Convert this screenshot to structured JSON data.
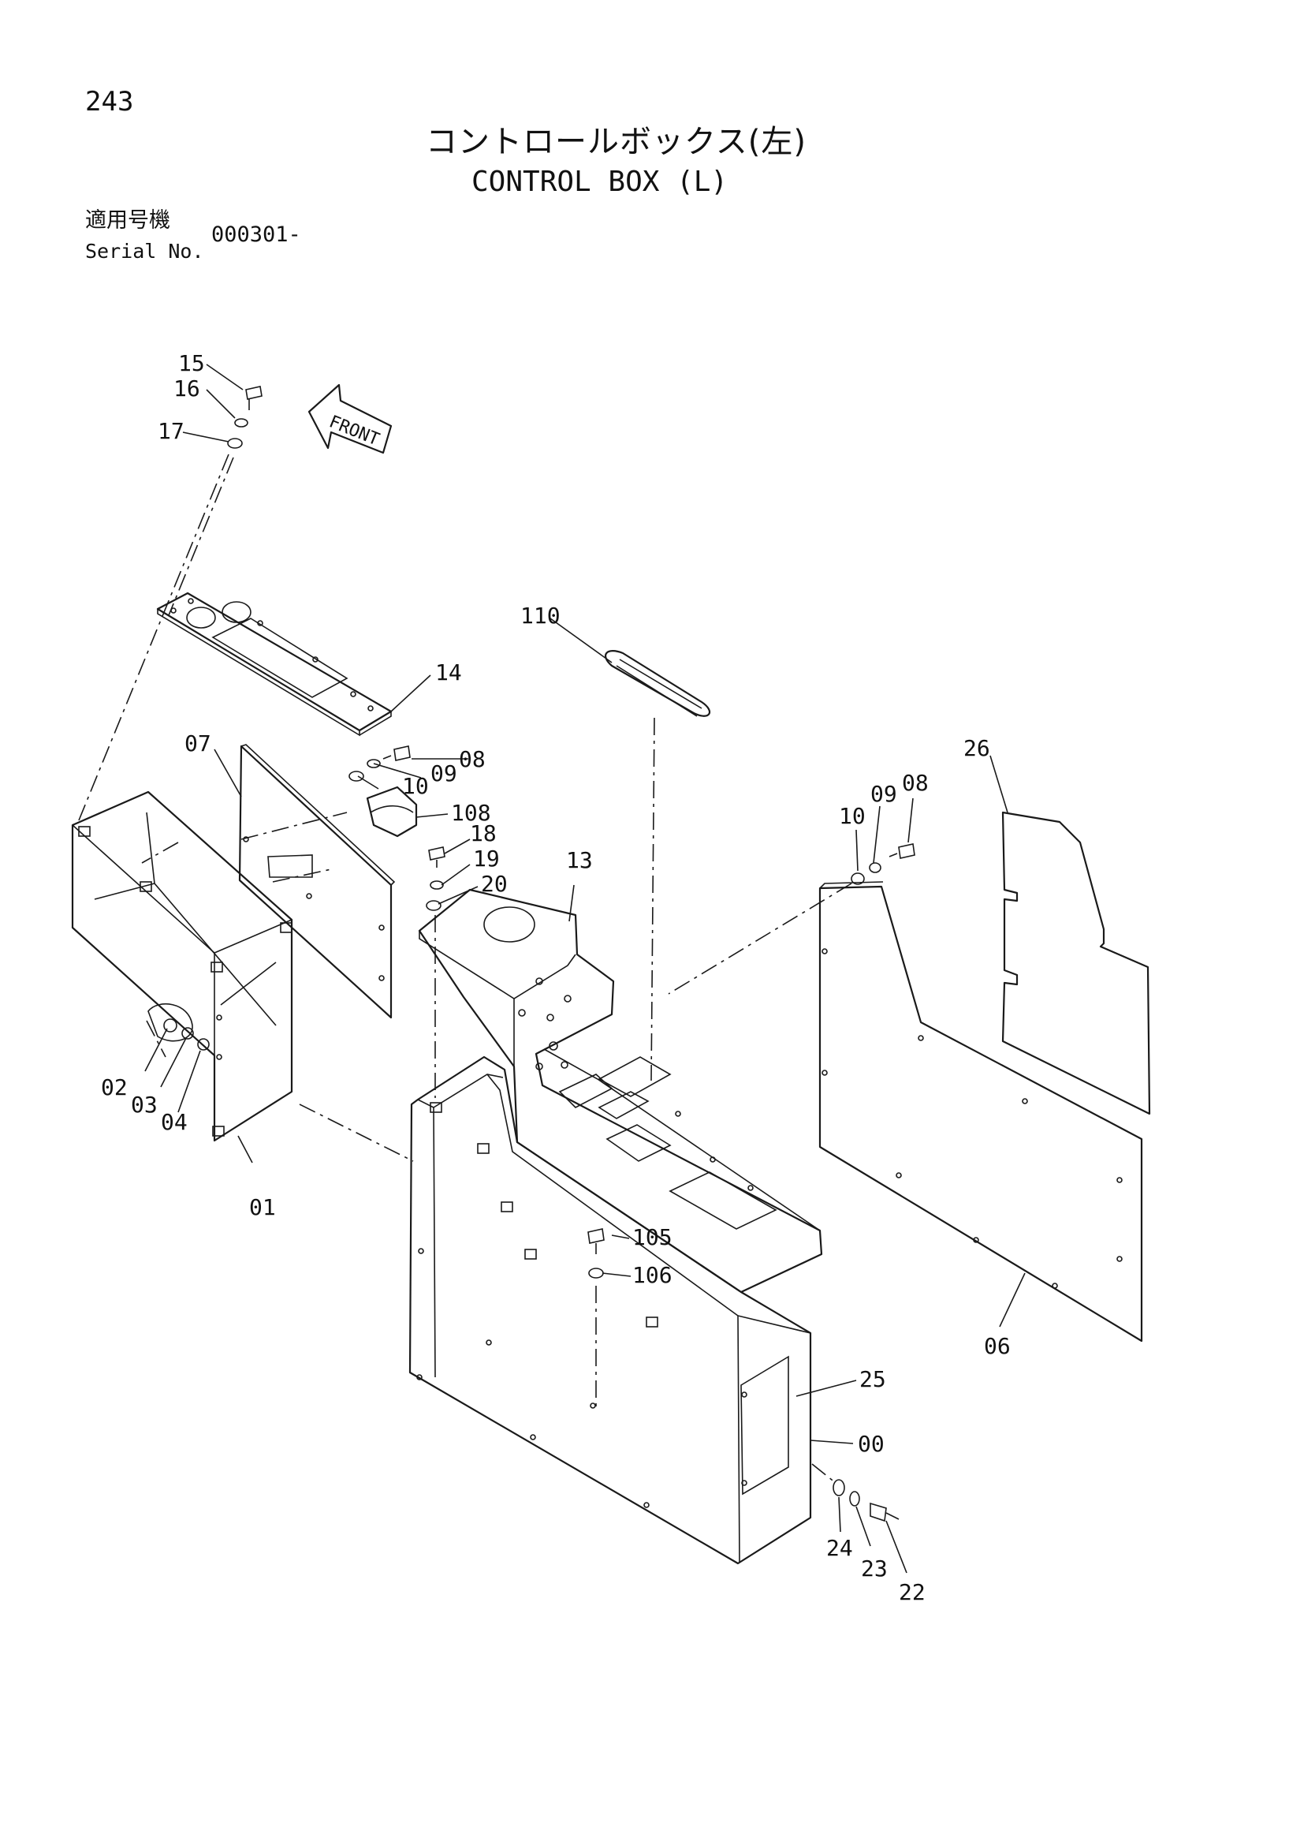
{
  "page": {
    "number": "243",
    "title_jp": "コントロールボックス(左)",
    "title_en": "CONTROL BOX (L)",
    "serial_label_jp": "適用号機",
    "serial_label_en": "Serial No.",
    "serial_value": "000301-"
  },
  "diagram": {
    "front_arrow_text": "FRONT",
    "callouts": [
      "15",
      "16",
      "17",
      "14",
      "07",
      "10",
      "09",
      "08",
      "108",
      "18",
      "19",
      "20",
      "13",
      "110",
      "26",
      "10",
      "09",
      "08",
      "02",
      "03",
      "04",
      "01",
      "105",
      "106",
      "25",
      "00",
      "24",
      "23",
      "22",
      "06"
    ]
  }
}
